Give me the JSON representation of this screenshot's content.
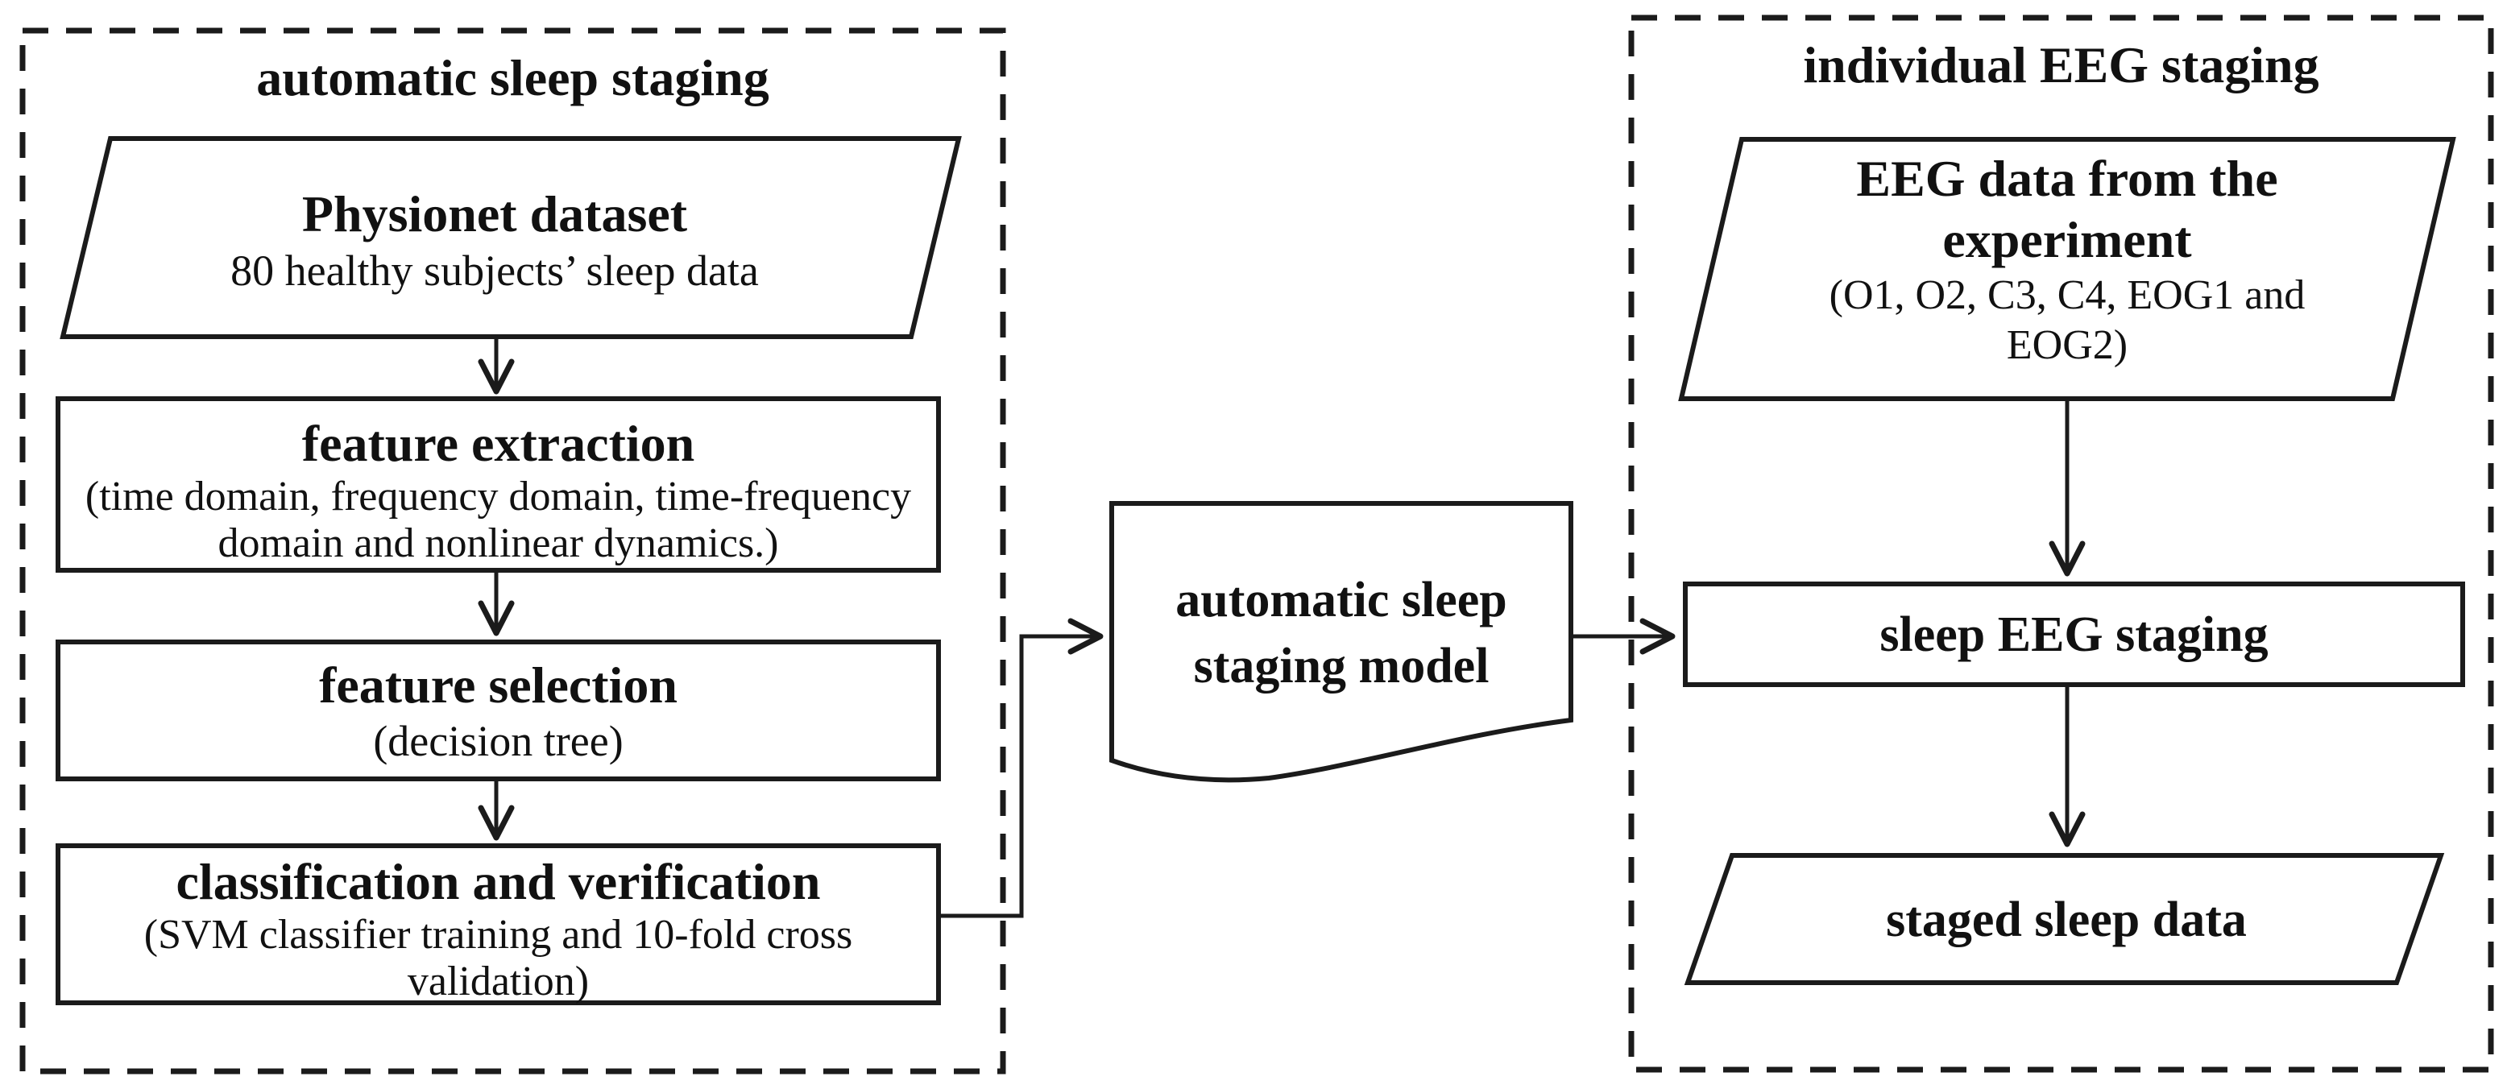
{
  "left_group": {
    "title": "automatic sleep staging",
    "physionet": {
      "heading": "Physionet dataset",
      "subtext": "80 healthy subjects’ sleep data"
    },
    "feature_extraction": {
      "heading": "feature extraction",
      "subtext_line1": "(time domain, frequency domain, time-frequency",
      "subtext_line2": "domain and nonlinear dynamics.)"
    },
    "feature_selection": {
      "heading": "feature selection",
      "subtext": "(decision tree)"
    },
    "classification": {
      "heading": "classification and verification",
      "subtext_line1": "(SVM classifier training and 10-fold cross",
      "subtext_line2": "validation)"
    }
  },
  "model_document": {
    "line1": "automatic sleep",
    "line2": "staging model"
  },
  "right_group": {
    "title": "individual EEG staging",
    "eeg_data": {
      "heading_line1": "EEG data from the",
      "heading_line2": "experiment",
      "subtext_line1": "(O1, O2, C3, C4, EOG1 and",
      "subtext_line2": "EOG2)"
    },
    "sleep_eeg_staging": {
      "heading": "sleep EEG staging"
    },
    "staged_sleep_data": {
      "heading": "staged sleep data"
    }
  },
  "colors": {
    "line": "#1b1b1b",
    "text": "#111111",
    "background": "#ffffff"
  }
}
